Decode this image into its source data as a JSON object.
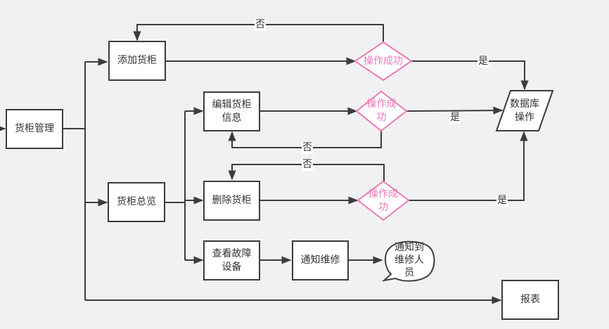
{
  "colors": {
    "background": "#f1f1f1",
    "line": "#3c3c3c",
    "decision": "#e87ab8",
    "node_fill": "#ffffff"
  },
  "nodes": {
    "cabinet_management": "货柜管理",
    "add_cabinet": "添加货柜",
    "cabinet_overview": "货柜总览",
    "edit_cabinet_info": "编辑货柜\n信息",
    "delete_cabinet": "删除货柜",
    "view_faulty_device": "查看故障\n设备",
    "notify_repair": "通知维修",
    "notify_repair_person": "通知到\n维修人\n员",
    "database_operation": "数据库\n操作",
    "report": "报表"
  },
  "decisions": {
    "add_success": "操作成功",
    "edit_success": "操作成\n功",
    "delete_success": "操作成\n功"
  },
  "edge_labels": {
    "add_no": "否",
    "add_yes": "是",
    "edit_no": "否",
    "edit_yes": "是",
    "delete_no": "否",
    "delete_yes": "是"
  }
}
